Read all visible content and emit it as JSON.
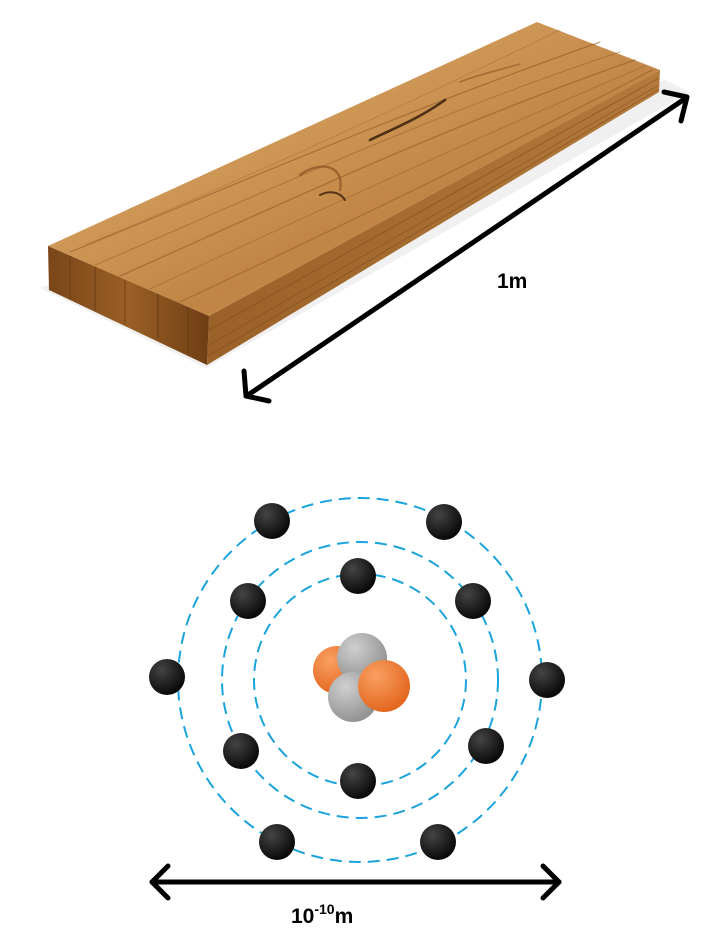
{
  "plank": {
    "length_label": "1m"
  },
  "atom": {
    "diameter_label_base": "10",
    "diameter_label_exp": "-10",
    "diameter_label_unit": "m",
    "shells": [
      {
        "electrons": 2
      },
      {
        "electrons": 4
      },
      {
        "electrons": 6
      }
    ],
    "nucleus": {
      "protons": 2,
      "neutrons": 2
    }
  },
  "colors": {
    "wood_top": "#c18a4a",
    "wood_side": "#a56a2e",
    "wood_end": "#7e4a1c",
    "orbit": "#1aa3dc",
    "electron": "#111111",
    "proton": "#f07a2c",
    "neutron": "#a9a9a9",
    "arrow": "#000000"
  }
}
